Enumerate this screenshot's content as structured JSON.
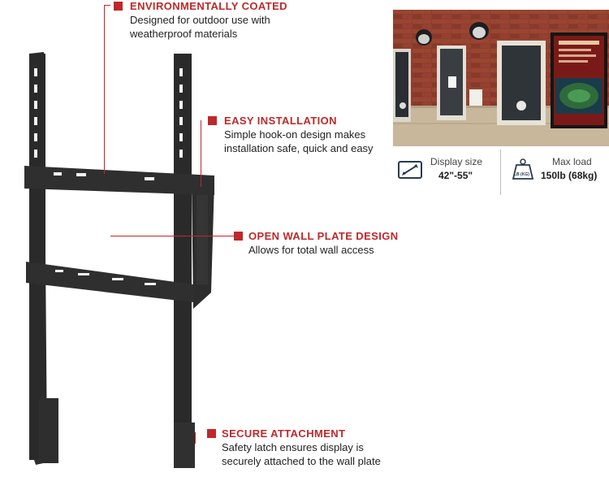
{
  "features": [
    {
      "title": "ENVIRONMENTALLY COATED",
      "lines": [
        "Designed for outdoor use with",
        "weatherproof materials"
      ]
    },
    {
      "title": "EASY INSTALLATION",
      "lines": [
        "Simple hook-on design makes",
        "installation safe, quick and easy"
      ]
    },
    {
      "title": "OPEN WALL PLATE DESIGN",
      "lines": [
        "Allows for total wall access"
      ]
    },
    {
      "title": "SECURE ATTACHMENT",
      "lines": [
        "Safety latch ensures display is",
        "securely attached to the wall plate"
      ]
    }
  ],
  "specs": {
    "display_size": {
      "label": "Display size",
      "value": "42\"-55\""
    },
    "max_load": {
      "label": "Max load",
      "value": "150lb (68kg)",
      "icon_text": "LB (KG)"
    }
  },
  "colors": {
    "accent": "#c0282a",
    "mount": "#2b2b2b",
    "brick": "#8a3a2a"
  },
  "icons": {
    "display_size": "diagonal-arrow-screen-icon",
    "max_load": "weight-icon"
  }
}
